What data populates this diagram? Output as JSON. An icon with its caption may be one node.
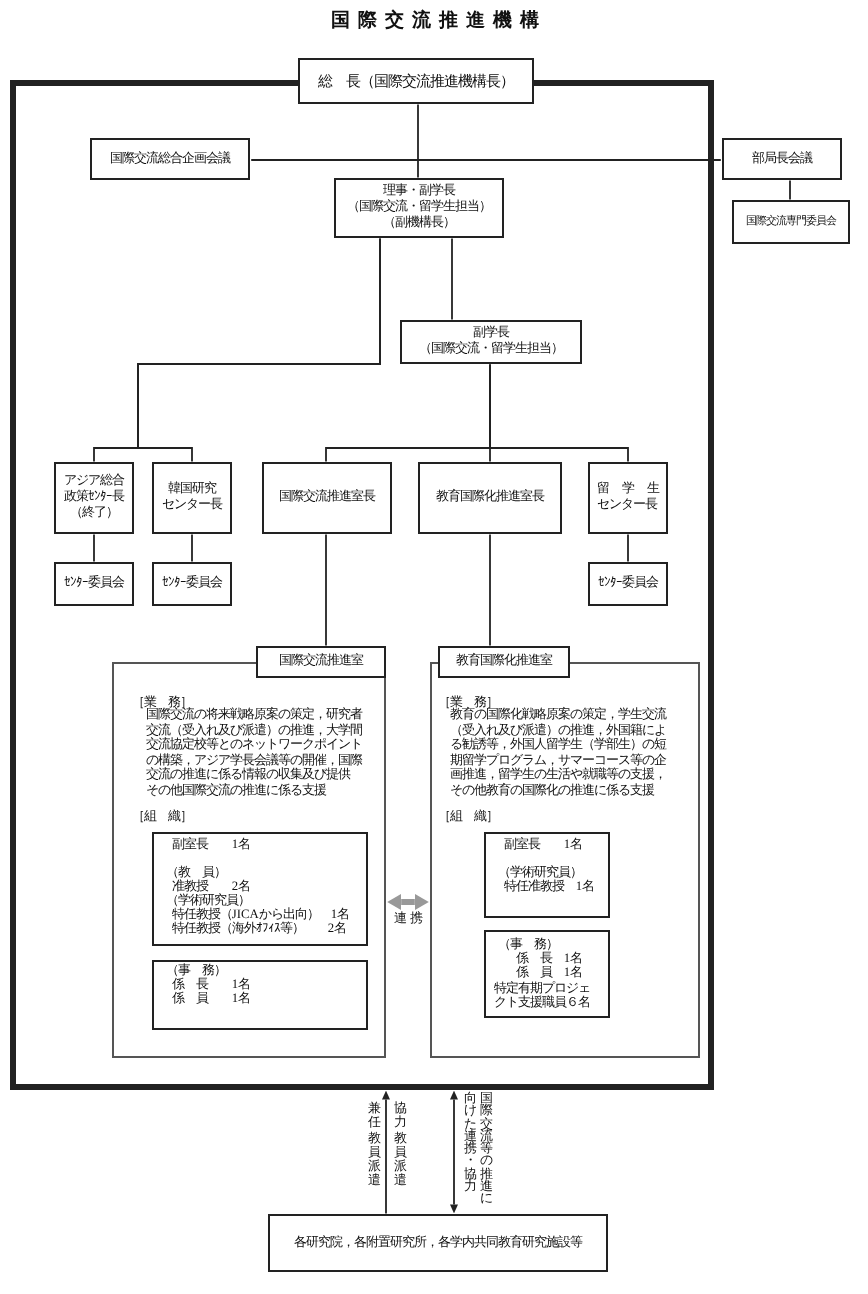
{
  "diagram": {
    "title": "国際交流推進機構",
    "nodes": [
      {
        "text": [],
        "shape": "box"
      },
      {
        "text": [
          "総　長（国際交流推進機構長）"
        ]
      },
      {
        "text": [
          "国際交流総合企画会議"
        ],
        "in": 0
      },
      {
        "text": [
          "部局長会議"
        ]
      },
      {
        "text": [
          "理事・副学長",
          "（国際交流・留学生担当）",
          "（副機構長）"
        ],
        "in": 0
      },
      {
        "text": [
          "国際交流専門委員会"
        ]
      },
      {
        "text": [
          "副学長",
          "（国際交流・留学生担当）"
        ],
        "in": 0
      },
      {
        "text": [
          "アジア総合政策ｾﾝﾀｰ長",
          "（終了）"
        ],
        "in": 0
      },
      {
        "text": [
          "韓国研究センター長"
        ],
        "in": 0
      },
      {
        "text": [
          "国際交流推進室長"
        ],
        "in": 0
      },
      {
        "text": [
          "教育国際化推進室長"
        ],
        "in": 0
      },
      {
        "text": [
          "留学生センター長"
        ],
        "in": 0
      },
      {
        "text": [
          "ｾﾝﾀｰ委員会"
        ],
        "in": 0
      },
      {
        "text": [
          "ｾﾝﾀｰ委員会"
        ],
        "in": 0
      },
      {
        "text": [
          "ｾﾝﾀｰ委員会"
        ],
        "in": 0
      },
      {
        "text": [
          "国際交流推進室"
        ],
        "in": 0
      },
      {
        "text": [
          "教育国際化推進室"
        ],
        "in": 0
      },
      {
        "text": [
          "［業　務］",
          "国際交流の将来戦略原案の策定，研究者交流（受入れ及び派遣）の推進，大学間交流協定校等とのネットワークポイントの構築，アジア学長会議等の開催，国際交流の推進に係る情報の収集及び提供",
          "その他国際交流の推進に係る支援",
          "［組　織］"
        ],
        "in": 0
      },
      {
        "text": [
          "副室長　　1名",
          "（教　員）",
          "准教授　　2名",
          "（学術研究員）",
          "特任教授（JICAから出向）　1名",
          "特任教授（海外ｵﾌｨｽ等）　　2名"
        ],
        "in": 17
      },
      {
        "text": [
          "（事　務）",
          "係　長　　1名",
          "係　員　　1名"
        ],
        "in": 17
      },
      {
        "text": [
          "［業　務］",
          "教育の国際化戦略原案の策定，学生交流（受入れ及び派遣）の推進，外国籍による勧誘等，外国人留学生（学部生）の短期留学プログラム，サマーコース等の企画推進，留学生の生活や就職等の支援，その他教育の国際化の推進に係る支援",
          "［組　織］"
        ],
        "in": 0
      },
      {
        "text": [
          "副室長　　1名",
          "（学術研究員）",
          "特任准教授　1名"
        ],
        "in": 20
      },
      {
        "text": [
          "（事　務）",
          "係　長　1名",
          "係　員　1名",
          "特定有期プロジェクト支援職員６名"
        ],
        "in": 20
      },
      {
        "text": [
          "各研究院，各附置研究所，各学内共同教育研究施設等"
        ]
      }
    ],
    "edges": [
      {
        "from": 1,
        "to": 4,
        "arrow": "none"
      },
      {
        "from": 2,
        "to": 3,
        "arrow": "none"
      },
      {
        "from": 3,
        "to": 5,
        "arrow": "none"
      },
      {
        "from": 4,
        "to": 7,
        "arrow": "none"
      },
      {
        "from": 4,
        "to": 8,
        "arrow": "none"
      },
      {
        "from": 4,
        "to": 6,
        "arrow": "none"
      },
      {
        "from": 6,
        "to": 9,
        "arrow": "none"
      },
      {
        "from": 6,
        "to": 10,
        "arrow": "none"
      },
      {
        "from": 6,
        "to": 11,
        "arrow": "none"
      },
      {
        "from": 7,
        "to": 12,
        "arrow": "none"
      },
      {
        "from": 8,
        "to": 13,
        "arrow": "none"
      },
      {
        "from": 11,
        "to": 14,
        "arrow": "none"
      },
      {
        "from": 9,
        "to": 15,
        "arrow": "none"
      },
      {
        "from": 10,
        "to": 16,
        "arrow": "none"
      },
      {
        "from": 17,
        "to": 20,
        "arrow": "both",
        "label": "連携",
        "style": "thick",
        "color": "#999999"
      },
      {
        "from": 23,
        "to": 0,
        "arrow": "to",
        "label": "兼任教員派遣"
      },
      {
        "from": 23,
        "to": 0,
        "arrow": "both",
        "label": "国際交流等の推進に向けた連携・協力"
      }
    ],
    "labels": [
      "協力教員派遣"
    ]
  }
}
